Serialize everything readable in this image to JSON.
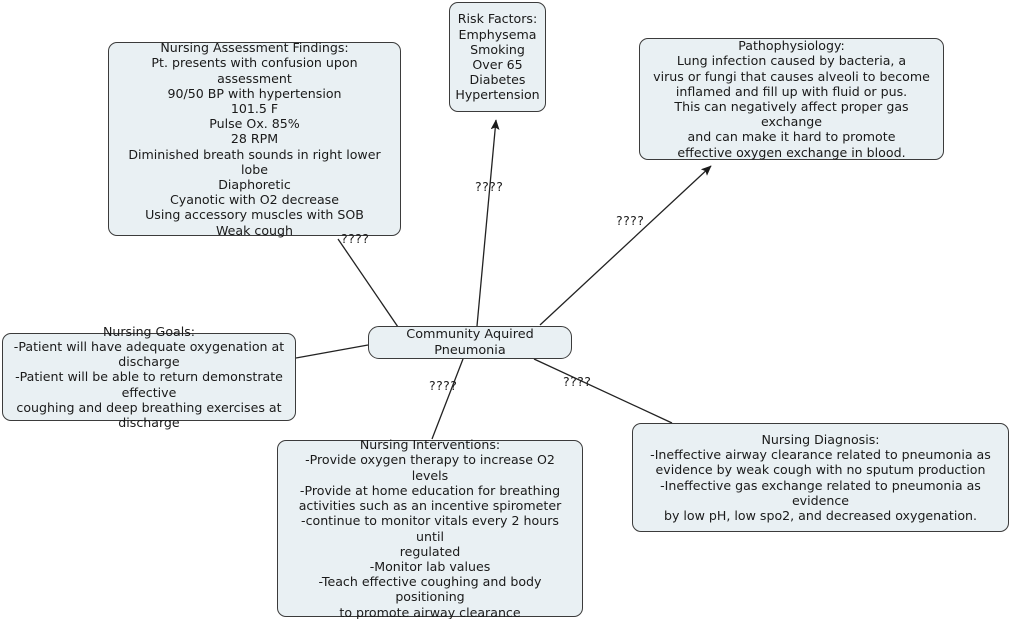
{
  "diagram": {
    "title_node": {
      "id": "community-acquired-pneumonia",
      "text": "Community Aquired Pneumonia"
    },
    "colors": {
      "node_fill": "#e9f0f3",
      "node_border": "#3b3b3b",
      "edge_stroke": "#222222",
      "text": "#1a1a1a",
      "background": "#ffffff"
    },
    "nodes": [
      {
        "id": "nursing-assessment-findings",
        "text": "Nursing Assessment Findings:\nPt. presents with confusion upon assessment\n90/50 BP with hypertension\n101.5 F\nPulse Ox. 85%\n28 RPM\nDiminished breath sounds in right lower lobe\nDiaphoretic\nCyanotic with O2 decrease\nUsing accessory muscles with SOB\nWeak cough"
      },
      {
        "id": "risk-factors",
        "text": "Risk Factors:\nEmphysema\nSmoking\nOver 65\nDiabetes\nHypertension"
      },
      {
        "id": "pathophysiology",
        "text": "Pathophysiology:\nLung infection caused by bacteria, a\nvirus or fungi that causes alveoli to become\ninflamed and fill up with fluid or pus.\nThis can negatively affect proper gas exchange\nand can make it hard to promote\neffective oxygen exchange in blood."
      },
      {
        "id": "nursing-goals",
        "text": "Nursing Goals:\n-Patient will have adequate oxygenation at discharge\n-Patient will be able to return demonstrate effective\ncoughing and deep breathing exercises at discharge"
      },
      {
        "id": "nursing-interventions",
        "text": "Nursing Interventions:\n-Provide oxygen therapy to increase O2 levels\n-Provide at home education for breathing\nactivities such as an incentive spirometer\n-continue to monitor vitals every 2 hours until\nregulated\n-Monitor lab values\n-Teach effective coughing and body positioning\nto promote airway clearance"
      },
      {
        "id": "nursing-diagnosis",
        "text": "Nursing Diagnosis:\n-Ineffective airway clearance related to pneumonia as\nevidence by weak cough with no sputum production\n-Ineffective gas exchange related to pneumonia as evidence\nby low pH, low spo2, and decreased oxygenation."
      }
    ],
    "edges": [
      {
        "id": "edge-center-to-assessment",
        "from": "community-acquired-pneumonia",
        "to": "nursing-assessment-findings",
        "label": "????",
        "arrow": false
      },
      {
        "id": "edge-center-to-risk-factors",
        "from": "community-acquired-pneumonia",
        "to": "risk-factors",
        "label": "????",
        "arrow": true
      },
      {
        "id": "edge-center-to-pathophysiology",
        "from": "community-acquired-pneumonia",
        "to": "pathophysiology",
        "label": "????",
        "arrow": true
      },
      {
        "id": "edge-center-to-goals",
        "from": "community-acquired-pneumonia",
        "to": "nursing-goals",
        "label": "",
        "arrow": false
      },
      {
        "id": "edge-center-to-interventions",
        "from": "community-acquired-pneumonia",
        "to": "nursing-interventions",
        "label": "????",
        "arrow": false
      },
      {
        "id": "edge-center-to-diagnosis",
        "from": "community-acquired-pneumonia",
        "to": "nursing-diagnosis",
        "label": "????",
        "arrow": false
      }
    ]
  }
}
